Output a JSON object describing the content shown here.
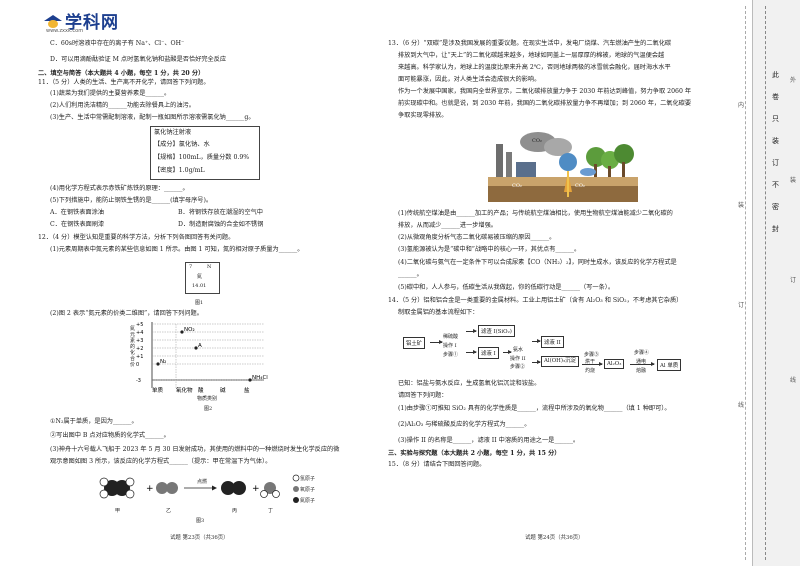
{
  "logo": {
    "text": "学科网",
    "sub": "www.zxxk.com"
  },
  "left": {
    "optC": "C．60s时溶液中存在的离子有 Na⁺、Cl⁻、OH⁻",
    "optD": "D．可以用滴酚酞验证 M 点时氢氧化钠和盐酸是否恰好完全反应",
    "sec2": "二、填空与简答（本大题共 4 小题，每空 1 分，共 20 分）",
    "q11": "11．（5 分）人类的生活、生产离不开化学，请回答下列问题。",
    "q11_1": "(1)蔬菜为我们提供的主要营养素是______。",
    "q11_2": "(2)人们利用洗洁精的______功能去除餐具上的油污。",
    "q11_3": "(3)生产、生活中常需配制溶液，配制一瓶如图所示溶液需氯化钠______g。",
    "label": {
      "title": "氯化钠注射液",
      "l1": "【成分】氯化钠、水",
      "l2": "【规格】100mL，质量分数 0.9%",
      "l3": "【密度】1.0g/mL"
    },
    "q11_4": "(4)用化学方程式表示赤铁矿炼铁的原理：______。",
    "q11_5": "(5)下列措施中，能防止钢铁生锈的是______(填字母序号)。",
    "q11_A": "A．在钢铁表面涂油",
    "q11_B": "B．将钢铁存放在潮湿的空气中",
    "q11_C": "C．在钢铁表面刷漆",
    "q11_D": "D．制造耐腐蚀的合金如不锈钢",
    "q12": "12．（4 分）模型认知是重要的科学方法，分析下列各图回答有关问题。",
    "q12_1": "(1)元素周期表中氮元素的某些信息如图 1 所示。由图 1 可知，氮的相对原子质量为______。",
    "cell": {
      "num": "7",
      "sym": "N",
      "name": "氮",
      "mass": "14.01"
    },
    "fig1": "图1",
    "q12_2": "(2)图 2 表示“氮元素的价类二维图”，请回答下列问题。",
    "chart": {
      "ylabel": "氮元素的化合价",
      "ticks": [
        "+5",
        "+4",
        "+3",
        "+2",
        "+1",
        "0",
        "-3"
      ],
      "points": [
        "NO₂",
        "A",
        "N₂",
        "NH₄Cl"
      ],
      "cats": [
        "单质",
        "氧化物",
        "酸",
        "碱",
        "盐"
      ],
      "xlabel": "物质类别",
      "fig": "图2"
    },
    "q12_a": "①N₂属于单质，是因为______。",
    "q12_b": "②写出图中 B 点对应物质的化学式______。",
    "q12_3a": "(3)神舟十六号载人飞船于 2023 年 5 月 30 日发射成功，其使用的燃料中的一种燃烧时发生化学反应的微",
    "q12_3b": "观示意图如图 3 所示，该反应的化学方程式______（提示：甲在常温下为气体）。",
    "fig3": {
      "jia": "甲",
      "yi": "乙",
      "bing": "丙",
      "ding": "丁",
      "cond": "点燃",
      "leg1": "氢原子",
      "leg2": "氧原子",
      "leg3": "氮原子",
      "fig": "图3"
    },
    "footer": "试题 第23页（共36页）"
  },
  "right": {
    "q13a": "13．（6 分）“双碳”是涉及我国发展的重要议题。在现实生活中，发电厂烧煤、汽车燃油产生的二氧化碳",
    "q13b": "排放到大气中，让“天上”的二氧化碳越来越多，地球如同盖上一层厚厚的棉被，地球的气温便会越",
    "q13c": "来越高。科学家认为，地球上的温度比原来升高 2℃，否则地球两极的冰雪就会融化，届时海水水平",
    "q13d": "面可能暴涨，因此，对人类生活会造成很大的影响。",
    "q13e": "作为一个发展中国家，我国向全世界宣示，二氧化碳排放量力争于 2030 年前达到峰值，努力争取 2060 年",
    "q13f": "前实现碳中和。也就是说，到 2030 年前，我国的二氧化碳排放量力争不再增加；到 2060 年，二氧化碳要",
    "q13g": "争取实现零排放。",
    "co2": "CO₂",
    "q13_1a": "(1)传统航空煤油是由______加工的产品；与传统航空煤油相比，使用生物航空煤油能减少二氧化碳的",
    "q13_1b": "排放，从而减少______进一步增强。",
    "q13_2": "(2)从微观角度分析气态二氧化碳易被压缩的原因______。",
    "q13_3": "(3)氢能源被认为是“碳中和”战略中的核心一环，其优点有______。",
    "q13_4a": "(4)二氧化碳与氨气在一定条件下可以合成尿素【CO（NH₂）₂】，同时生成水，该反应的化学方程式是",
    "q13_4b": "______。",
    "q13_5": "(5)碳中和，人人参与，低碳生活从我做起，你的低碳行动是______（写一条）。",
    "q14a": "14．（5 分）铝和铝合金是一类重要的金属材料。工业上用铝土矿（含有 Al₂O₃ 和 SiO₂，不考虑其它杂质）",
    "q14b": "制取金属铝的基本流程如下：",
    "flow": {
      "ore": "铝土矿",
      "acid": "稀硫酸",
      "op1": "操作 I",
      "step1": "步骤①",
      "res": "滤渣 I(SiO₂)",
      "liq1": "滤液 I",
      "ammonia": "氨水",
      "op2": "操作 II",
      "step2": "步骤②",
      "liq2": "滤液 II",
      "sediment": "Al(OH)₃沉淀",
      "step3": "步骤③",
      "dry": "烘干",
      "burn": "灼烧",
      "al2o3": "Al₂O₃",
      "step4": "步骤④",
      "elec": "通电",
      "melt": "熔融",
      "al": "Al 单质"
    },
    "q14k": "已知：铝盐与氨水反应，生成氢氧化铝沉淀和铵盐。",
    "q14q": "请回答下列问题：",
    "q14_1": "(1)由步骤①可推知 SiO₂ 具有的化学性质是______，流程中所涉及的氧化物______（填 1 种即可）。",
    "q14_2": "(2)Al₂O₃ 与稀硫酸反应的化学方程式为______。",
    "q14_3": "(3)操作 II 的名称是______，滤液 II 中溶质的用途之一是______。",
    "sec3": "三、实验与探究题（本大题共 2 小题，每空 1 分，共 15 分）",
    "q15": "15．（8 分）请结合下图回答问题。",
    "footer": "试题 第24页（共36页）"
  },
  "binding": {
    "chars": [
      "此",
      "卷",
      "只",
      "装",
      "订",
      "不",
      "密",
      "封"
    ],
    "side": [
      "内",
      "装",
      "订",
      "线"
    ],
    "outer": [
      "外",
      "装",
      "订",
      "线"
    ]
  }
}
